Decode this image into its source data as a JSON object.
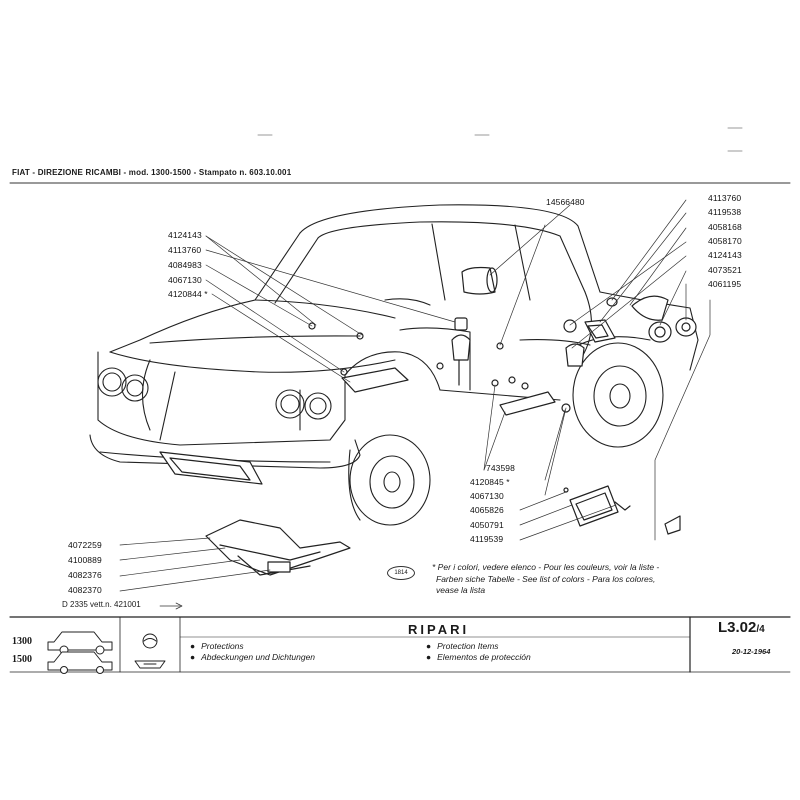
{
  "header": {
    "brand": "FIAT",
    "text": " - DIREZIONE RICAMBI - mod. 1300-1500 - Stampato n. 603.10.001"
  },
  "parts_left": [
    "4124143",
    "4113760",
    "4084983",
    "4067130",
    "4120844 *"
  ],
  "part_top": "14566480",
  "parts_right": [
    "4113760",
    "4119538",
    "4058168",
    "4058170",
    "4124143",
    "4073521",
    "4061195"
  ],
  "parts_mid": [
    "743598",
    "4120845 *",
    "4067130",
    "4065826",
    "4050791",
    "4119539"
  ],
  "parts_bottom": [
    "4072259",
    "4100889",
    "4082376",
    "4082370"
  ],
  "footnote_ref": "D 2335 vett.n. 421001",
  "stamp_text": "1814",
  "color_note": [
    "* Per i colori, vedere elenco - Pour les couleurs, voir la liste -",
    "Farben siche Tabelle - See list of colors - Para los colores,",
    "vease la lista"
  ],
  "title_block": {
    "title": "RIPARI",
    "code": "L3.02",
    "code_sub": "/4",
    "date": "20-12-1964",
    "models": [
      "1300",
      "1500"
    ],
    "descriptions_left": [
      "Protections",
      "Abdeckungen und Dichtungen"
    ],
    "descriptions_right": [
      "Protection Items",
      "Elementos de protección"
    ]
  }
}
